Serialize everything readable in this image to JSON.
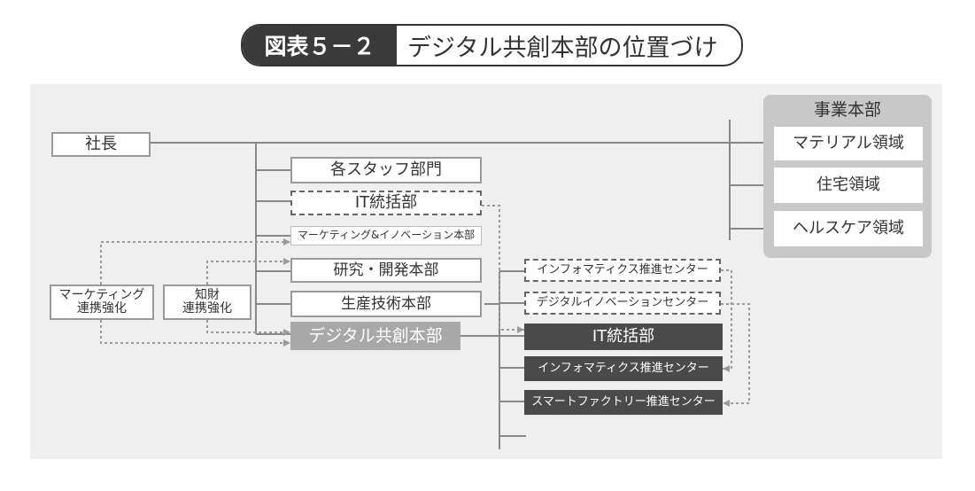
{
  "title": {
    "label": "図表５－２",
    "text": "デジタル共創本部の位置づけ"
  },
  "nodes": {
    "president": "社長",
    "staff": "各スタッフ部門",
    "it_dept_top": "IT統括部",
    "marketing_innovation": "マーケティング&イノベーション本部",
    "rd": "研究・開発本部",
    "production": "生産技術本部",
    "digital_cocreation": "デジタル共創本部",
    "informatics_center_old": "インフォマティクス推進センター",
    "digital_innovation_center": "デジタルイノベーションセンター",
    "it_dept_new": "IT統括部",
    "informatics_center_new": "インフォマティクス推進センター",
    "smart_factory_center": "スマートファクトリー推進センター",
    "marketing_link": "マーケティング\n連携強化",
    "ip_link": "知財\n連携強化"
  },
  "business": {
    "label": "事業本部",
    "items": [
      "マテリアル領域",
      "住宅領域",
      "ヘルスケア領域"
    ]
  }
}
